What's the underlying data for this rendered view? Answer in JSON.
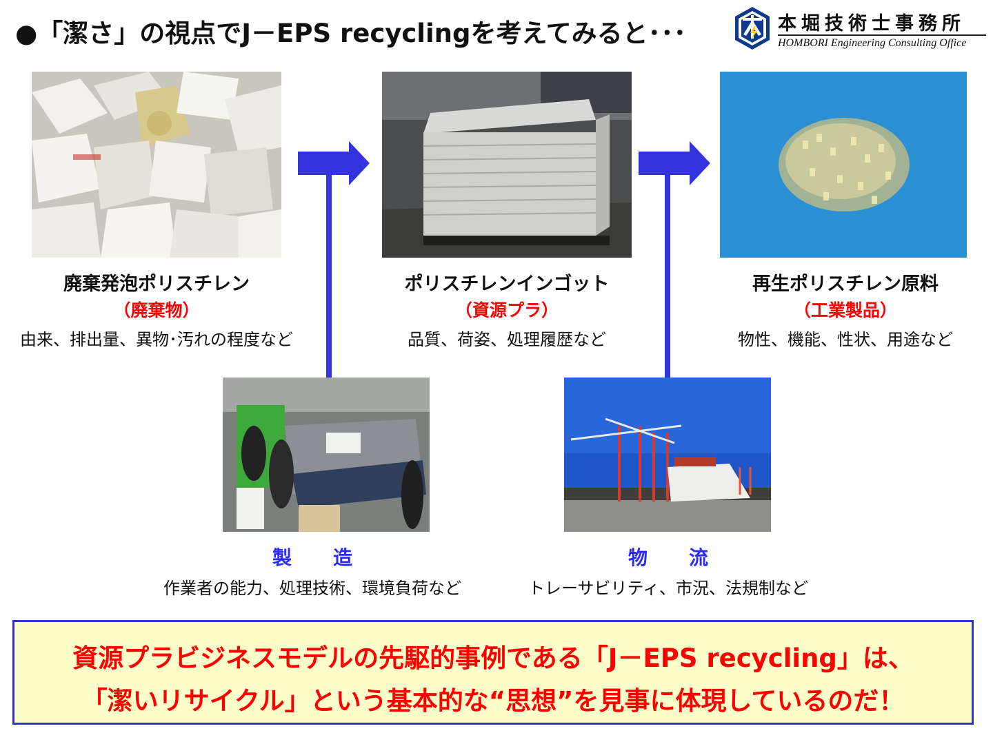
{
  "title": "●「潔さ」の視点でJ－EPS recyclingを考えてみると･･･",
  "logo": {
    "name_jp": "本堀技術士事務所",
    "name_en": "HOMBORI Engineering Consulting Office",
    "icon": "company-logo-icon"
  },
  "colors": {
    "arrow": "#3333dd",
    "accent_red": "#ff0000",
    "accent_blue": "#2a2aff",
    "box_bg": "#ffffcc",
    "box_border": "#3333cc"
  },
  "stages": [
    {
      "main": "廃棄発泡ポリスチレン",
      "sub": "（廃棄物）",
      "desc": "由来、排出量、異物･汚れの程度など",
      "image": "waste-styrofoam-photo"
    },
    {
      "main": "ポリスチレンインゴット",
      "sub": "（資源プラ）",
      "desc": "品質、荷姿、処理履歴など",
      "image": "polystyrene-ingot-photo"
    },
    {
      "main": "再生ポリスチレン原料",
      "sub": "（工業製品）",
      "desc": "物性、機能、性状、用途など",
      "image": "recycled-pellets-photo"
    }
  ],
  "factors": [
    {
      "title": "製造",
      "desc": "作業者の能力、処理技術、環境負荷など",
      "image": "manufacturing-photo"
    },
    {
      "title": "物流",
      "desc": "トレーサビリティ、市況、法規制など",
      "image": "logistics-port-photo"
    }
  ],
  "conclusion": {
    "line1": "資源プラビジネスモデルの先駆的事例である「J－EPS recycling」は、",
    "line2": "「潔いリサイクル」という基本的な“思想”を見事に体現しているのだ！"
  }
}
